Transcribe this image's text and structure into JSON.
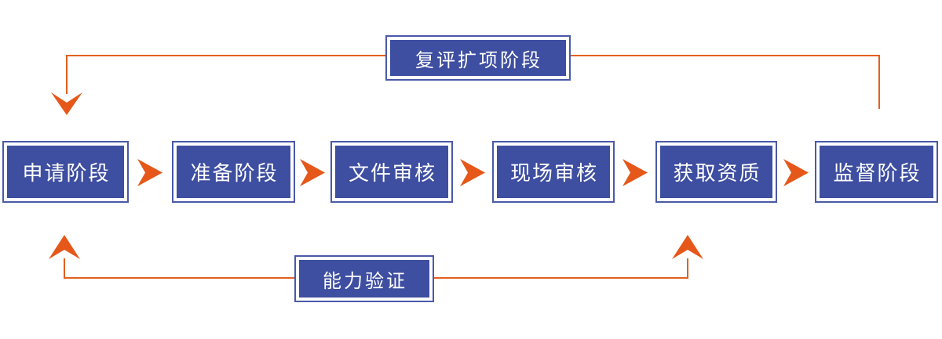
{
  "diagram": {
    "colors": {
      "box_fill": "#3e4ea0",
      "box_border": "#4a59a8",
      "box_inner_line": "#ffffff",
      "box_text": "#ffffff",
      "connector_line": "#e2601f",
      "arrow": "#e5581a",
      "background": "#ffffff"
    },
    "steps": [
      {
        "label": "申请阶段"
      },
      {
        "label": "准备阶段"
      },
      {
        "label": "文件审核"
      },
      {
        "label": "现场审核"
      },
      {
        "label": "获取资质"
      },
      {
        "label": "监督阶段"
      }
    ],
    "top_loop": {
      "label": "复评扩项阶段"
    },
    "bottom_loop": {
      "label": "能力验证"
    }
  }
}
